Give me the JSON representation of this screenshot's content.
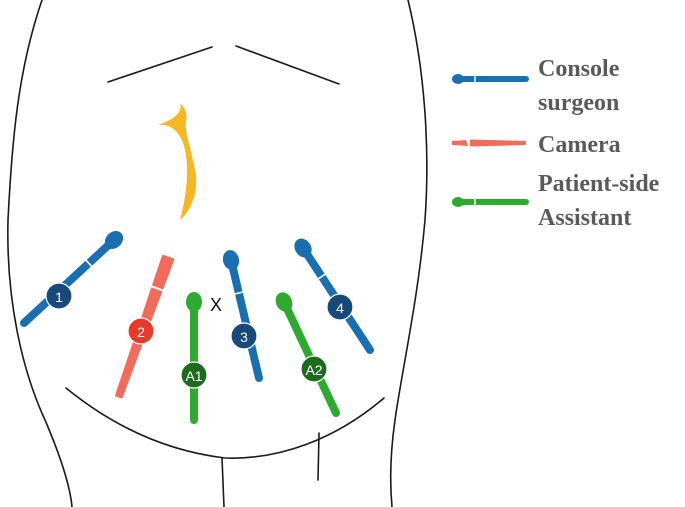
{
  "colors": {
    "console": "#1a6fb0",
    "console_badge": "#174a7a",
    "camera": "#f26b5b",
    "camera_badge": "#e83a2b",
    "assistant": "#2eab2e",
    "assistant_badge": "#1e6b1e",
    "liver_retractor": "#f4b820"
  },
  "legend": {
    "console": {
      "line1": "Console",
      "line2": "surgeon",
      "icon": "console-instrument-icon"
    },
    "camera": {
      "line1": "Camera",
      "icon": "camera-scope-icon"
    },
    "assistant": {
      "line1": "Patient-side",
      "line2": "Assistant",
      "icon": "assistant-instrument-icon"
    }
  },
  "ports": [
    {
      "id": "1",
      "role": "console"
    },
    {
      "id": "2",
      "role": "camera"
    },
    {
      "id": "3",
      "role": "console"
    },
    {
      "id": "4",
      "role": "console"
    },
    {
      "id": "A1",
      "role": "assistant"
    },
    {
      "id": "A2",
      "role": "assistant"
    }
  ],
  "umbilicus_marker": "X"
}
